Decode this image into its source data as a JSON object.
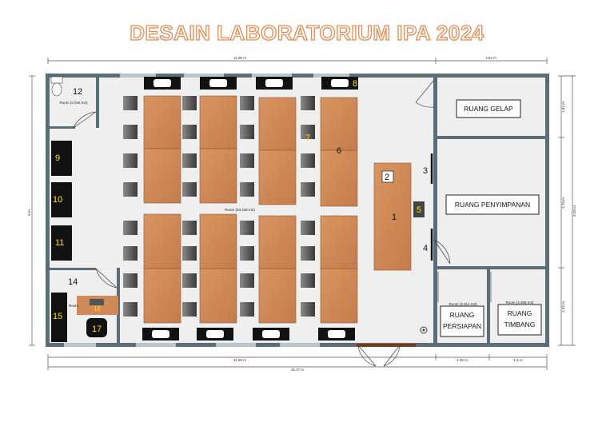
{
  "title": "DESAIN LABORATORIUM IPA 2024",
  "rooms": {
    "gelap": "RUANG GELAP",
    "penyimpanan": "RUANG PENYIMPANAN",
    "persiapan": [
      "RUANG",
      "PERSIAPAN"
    ],
    "timbang": [
      "RUANG",
      "TIMBANG"
    ]
  },
  "markers": {
    "m1": "1",
    "m2": "2",
    "m3": "3",
    "m4": "4",
    "m5": "5",
    "m6": "6",
    "m7": "7",
    "m8": "8",
    "m9": "9",
    "m10": "10",
    "m11": "11",
    "m12": "12",
    "m14": "14",
    "m15": "15",
    "m16": "16",
    "m17": "17"
  },
  "small_labels": {
    "room_12": "Room (2.034 m2)",
    "room_main": "Room (93.448 m2)",
    "room_14": "Room",
    "room_persiapan": "Room (3.312 m2)",
    "room_timbang": "Room (3.309 m2)"
  },
  "dimensions": {
    "top_main": "11.89 m",
    "top_right": "3.53 m",
    "bottom_main": "11.88 m",
    "bottom_mid": "1.99 m",
    "bottom_right": "1.5 m",
    "bottom_total": "15.37 m",
    "left_total": "8 m",
    "right_total": "8.28 m",
    "right_gelap": "1.84 m",
    "right_storage": "3.78 m",
    "right_bottom": "2.33 m"
  },
  "colors": {
    "title_outline": "#e8894e",
    "wall": "#5b6e78",
    "floor": "#efefef",
    "table": "#d08a5a",
    "chair": "#4a4a4a",
    "cabinet": "#111111",
    "marker_yellow": "#ffe000"
  }
}
